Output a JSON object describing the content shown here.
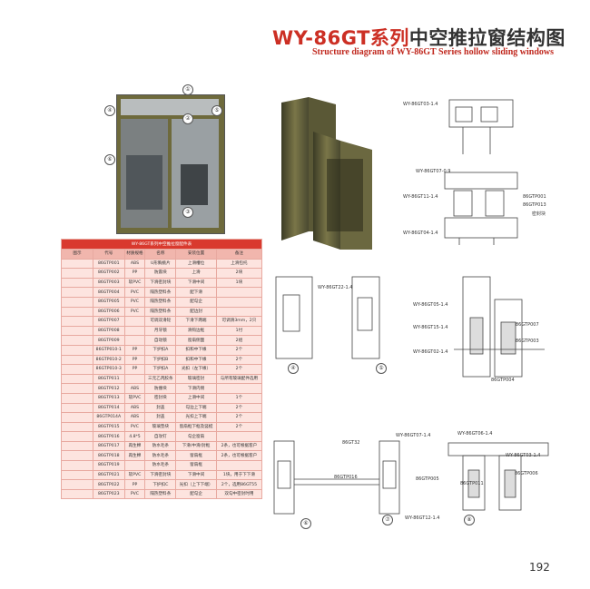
{
  "header": {
    "title_model": "WY-86GT",
    "title_series": "系列",
    "title_rest": "中空推拉窗结构图",
    "subtitle": "Structure diagram of WY-86GT Series hollow sliding windows"
  },
  "page_number": "192",
  "photo_markers": [
    "①",
    "②",
    "③",
    "④",
    "⑤",
    "⑥"
  ],
  "table": {
    "heading": "WY-86GT系列中空推拉窗配件表",
    "columns": [
      "图示",
      "代号",
      "材质规格",
      "名称",
      "安装位置",
      "备注"
    ],
    "rows": [
      [
        "",
        "86GTP001",
        "ABS",
        "U形胸挑片",
        "上滑槽位",
        "上滑包托"
      ],
      [
        "",
        "86GTP002",
        "PP",
        "防震块",
        "上滑",
        "2块"
      ],
      [
        "",
        "86GTP003",
        "软PVC",
        "下滑密封块",
        "下滑中间",
        "1块"
      ],
      [
        "",
        "86GTP004",
        "PVC",
        "隔热塑料条",
        "配下滑",
        ""
      ],
      [
        "",
        "86GTP005",
        "PVC",
        "隔热塑料条",
        "配勾企",
        ""
      ],
      [
        "",
        "86GTP006",
        "PVC",
        "隔热塑料条",
        "配边封",
        ""
      ],
      [
        "",
        "86GTP007",
        "",
        "可调双滑轮",
        "下滑下两端",
        "可调滑3mm，2只"
      ],
      [
        "",
        "86GTP008",
        "",
        "月牙锁",
        "滑钩边框",
        "1付"
      ],
      [
        "",
        "86GTP009",
        "",
        "自动锁",
        "窗扇侧面",
        "2组"
      ],
      [
        "",
        "86GTP010-1",
        "PP",
        "下护扣A",
        "扣和中下缘",
        "2个"
      ],
      [
        "",
        "86GTP010-2",
        "PP",
        "下护扣B",
        "扣和中下缘",
        "2个"
      ],
      [
        "",
        "86GTP010-3",
        "PP",
        "下护扣A",
        "光扣（左下缘）",
        "2个"
      ],
      [
        "",
        "86GTP011",
        "",
        "三元乙丙胶条",
        "玻璃密封",
        "与所有玻璃配件选用"
      ],
      [
        "",
        "86GTP012",
        "ABS",
        "防撞块",
        "下滑内侧",
        ""
      ],
      [
        "",
        "86GTP013",
        "软PVC",
        "密封块",
        "上滑中间",
        "1个"
      ],
      [
        "",
        "86GTP014",
        "ABS",
        "封盖",
        "勾边上下端",
        "2个"
      ],
      [
        "",
        "86GTP014A",
        "ABS",
        "封盖",
        "光扣上下端",
        "2个"
      ],
      [
        "",
        "86GTP015",
        "PVC",
        "玻璃垫块",
        "窗扇框下框及竖梃",
        "2个"
      ],
      [
        "",
        "86GTP016",
        "4.8*5",
        "自攻钉",
        "勾企窗扇",
        ""
      ],
      [
        "",
        "86GTP017",
        "再生棉",
        "防水毛条",
        "下滑/中滑/封框",
        "2条，也可根据客户"
      ],
      [
        "",
        "86GTP018",
        "再生棉",
        "防水毛条",
        "窗扇框",
        "2条，也可根据客户"
      ],
      [
        "",
        "86GTP019",
        "",
        "防水毛条",
        "窗扇框",
        ""
      ],
      [
        "",
        "86GTP021",
        "软PVC",
        "下滑密封块",
        "下滑中间",
        "1块，用于下下滑"
      ],
      [
        "",
        "86GTP022",
        "PP",
        "下护扣C",
        "光扣（上下下端）",
        "2个，选用86GT55"
      ],
      [
        "",
        "86GTP023",
        "PVC",
        "隔热塑料条",
        "配勾企",
        "双勾中密封时用"
      ]
    ]
  },
  "section_labels": {
    "s1": "WY-86GT03-1.4",
    "s2": "WY-86GT07-0.9",
    "s3": "WY-86GT11-1.4",
    "s4": "WY-86GT04-1.4",
    "s5": "86GTP001",
    "s6": "86GTP013",
    "s7": "密封块",
    "s8": "WY-86GT22-1.4",
    "s9": "WY-86GT05-1.4",
    "s10": "WY-86GT15-1.4",
    "s11": "WY-86GT02-1.4",
    "s12": "86GTP007",
    "s13": "86GTP003",
    "s14": "86GTP004",
    "s15": "86GT32",
    "s16": "WY-86GT07-1.4",
    "s17": "86GTP016",
    "s18": "86GTP005",
    "s19": "WY-86GT12-1.4",
    "s20": "WY-86GT06-1.4",
    "s21": "WY-86GT03-1.4",
    "s22": "86GTP006",
    "s23": "86GTP011"
  },
  "detail_markers": [
    "④",
    "⑤",
    "⑥",
    "⑦",
    "⑧"
  ],
  "colors": {
    "accent_red": "#cc2f24",
    "frame": "#6e6a3c",
    "table_header": "#d9392e"
  }
}
